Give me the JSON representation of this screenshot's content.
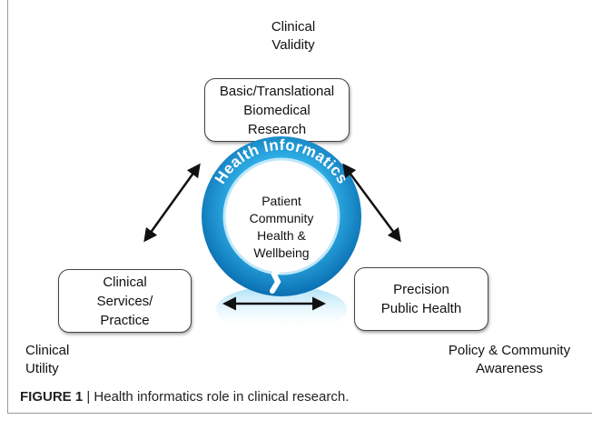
{
  "labels": {
    "top": "Clinical\nValidity",
    "bottom_left": "Clinical\nUtility",
    "bottom_right": "Policy & Community\nAwareness"
  },
  "boxes": {
    "top": "Basic/Translational\nBiomedical\nResearch",
    "left": "Clinical\nServices/\nPractice",
    "right": "Precision\nPublic Health"
  },
  "ring": {
    "title": "Health Informatics",
    "center_text": "Patient\nCommunity\nHealth &\nWellbeing"
  },
  "caption": {
    "lead": "FIGURE 1",
    "text": " | Health informatics role in clinical research."
  },
  "colors": {
    "ring_outer": "#0b86c9",
    "ring_inner": "#7fd0f5",
    "arrow": "#111111"
  },
  "icons": {
    "arrows": "double-headed-arrow"
  }
}
